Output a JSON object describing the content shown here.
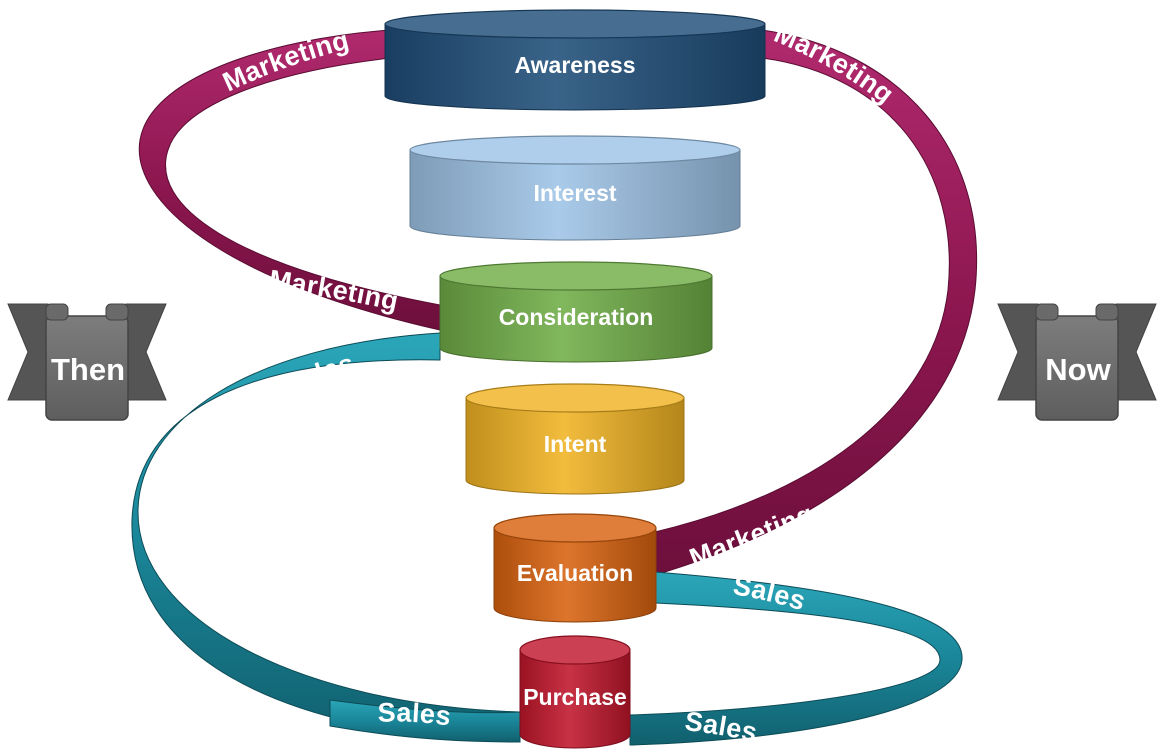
{
  "stages": [
    {
      "label": "Awareness",
      "color": "#1f4e79"
    },
    {
      "label": "Interest",
      "color": "#9dc3e6"
    },
    {
      "label": "Consideration",
      "color": "#70ad47"
    },
    {
      "label": "Intent",
      "color": "#f0b323"
    },
    {
      "label": "Evaluation",
      "color": "#d8620f"
    },
    {
      "label": "Purchase",
      "color": "#c0162c"
    }
  ],
  "ribbons": {
    "marketing_label": "Marketing",
    "sales_label": "Sales",
    "marketing_color": "#9b1b5a",
    "sales_color": "#1f8ea1"
  },
  "banners": {
    "left": "Then",
    "right": "Now",
    "color": "#6f6f6f"
  }
}
